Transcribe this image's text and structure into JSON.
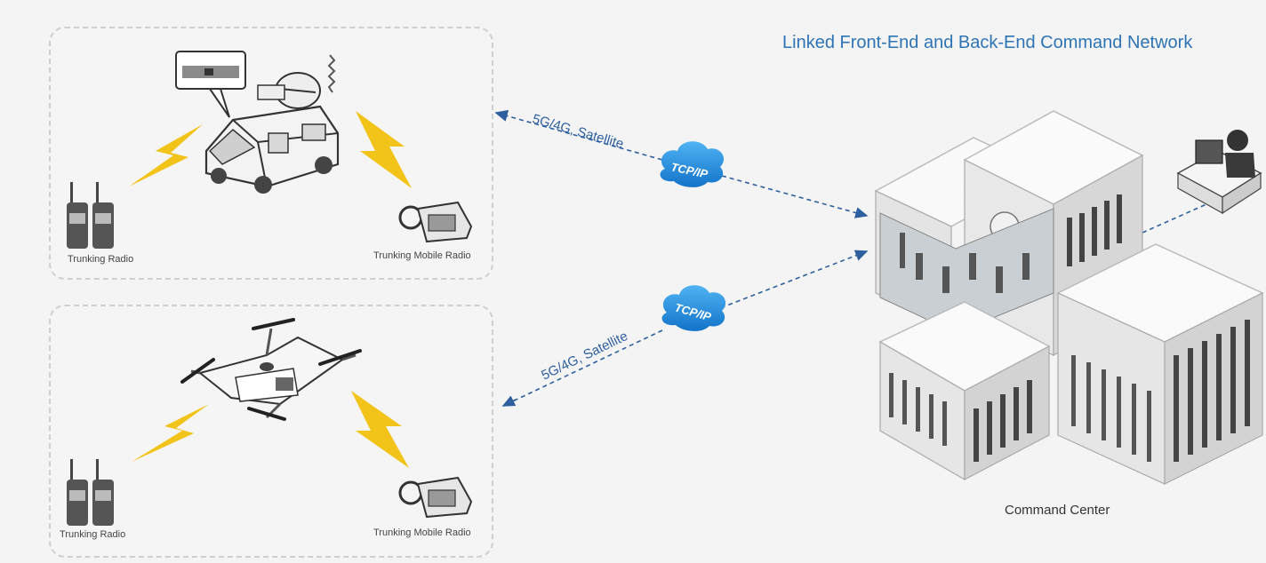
{
  "title": "Linked Front-End and Back-End Command Network",
  "top_panel": {
    "left_device_label": "Trunking Radio",
    "right_device_label": "Trunking Mobile Radio"
  },
  "bottom_panel": {
    "left_device_label": "Trunking Radio",
    "right_device_label": "Trunking Mobile Radio"
  },
  "links": {
    "top_link_label": "5G/4G, Satellite",
    "bottom_link_label": "5G/4G, Satellite",
    "protocol_top": "TCP/IP",
    "protocol_bottom": "TCP/IP"
  },
  "command_center_label": "Command Center",
  "colors": {
    "title": "#2e74b5",
    "link": "#2e5f9e",
    "cloud": "#1f8fe0",
    "bolt": "#f2c318"
  },
  "icons": [
    "command-vehicle-icon",
    "drone-icon",
    "handheld-radio-icon",
    "mobile-radio-icon",
    "lightning-icon",
    "cloud-icon",
    "building-icon",
    "operator-icon"
  ]
}
